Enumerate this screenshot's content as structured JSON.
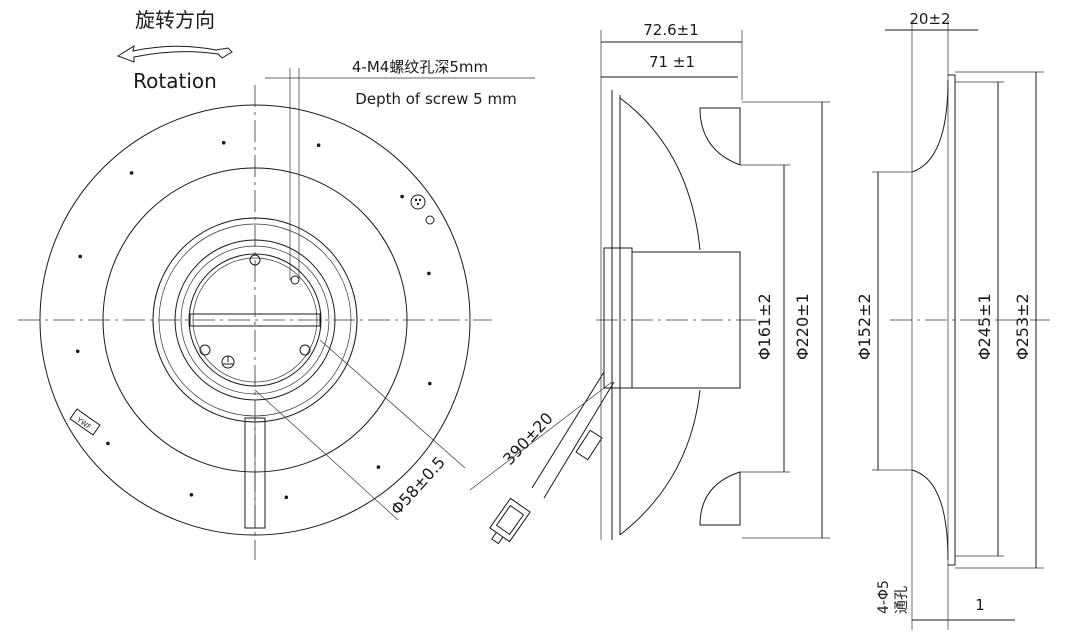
{
  "rotation": {
    "label_cn": "旋转方向",
    "label_en": "Rotation"
  },
  "front_view": {
    "screw_note_cn": "4-M4螺纹孔深5mm",
    "screw_note_en": "Depth of screw 5 mm",
    "hub_diameter": "Φ58±0.5",
    "cable_length": "390±20",
    "label_plate_text": "YWF"
  },
  "side_view": {
    "overall_depth": "72.6±1",
    "body_depth": "71 ±1",
    "dia_inner": "Φ161±2",
    "dia_outer": "Φ220±1"
  },
  "section_view": {
    "width": "20±2",
    "dia_inlet": "Φ152±2",
    "dia_245": "Φ245±1",
    "dia_253": "Φ253±2",
    "holes_note": "4-Φ5",
    "holes_note_cn": "通孔",
    "thickness": "1"
  }
}
